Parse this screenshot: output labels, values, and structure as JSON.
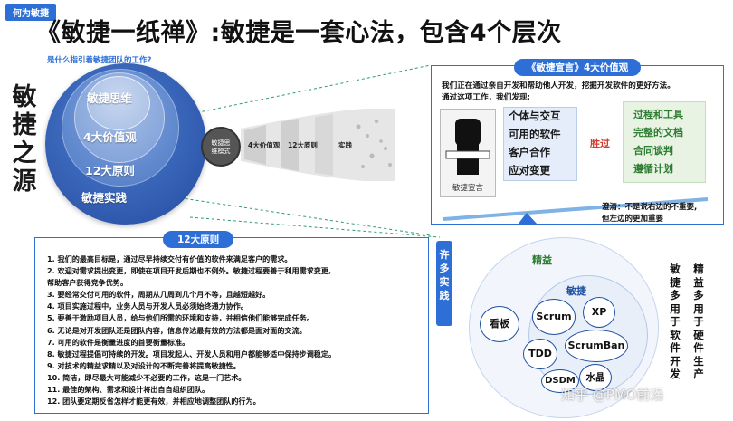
{
  "tag": "何为敏捷",
  "title": "《敏捷一纸禅》:敏捷是一套心法，包含4个层次",
  "subquestion": "是什么指引着敏捷团队的工作?",
  "side_title": [
    "敏",
    "捷",
    "之",
    "源"
  ],
  "circles": [
    "敏捷思维",
    "4大价值观",
    "12大原则",
    "敏捷实践"
  ],
  "head_label": [
    "敏捷思",
    "维模式"
  ],
  "funnel_labels": [
    "4大价值观",
    "12大原则",
    "实践"
  ],
  "manifesto": {
    "title": "《敏捷宣言》4大价值观",
    "intro_line1": "我们正在通过亲自开发和帮助他人开发，挖掘开发软件的更好方法。",
    "intro_line2": "通过这项工作，我们发现:",
    "left_values": [
      "个体与交互",
      "可用的软件",
      "客户合作",
      "应对变更"
    ],
    "over": "胜过",
    "right_values": [
      "过程和工具",
      "完整的文档",
      "合同谈判",
      "遵循计划"
    ],
    "image_caption": "敏捷宣言",
    "clarify_line1": "澄清：不是说右边的不重要,",
    "clarify_line2": "但左边的更加重要"
  },
  "principles": {
    "title": "12大原则",
    "items": [
      "1.  我们的最高目标是，通过尽早持续交付有价值的软件来满足客户的需求。",
      "2.  欢迎对需求提出变更，即使在项目开发后期也不例外。敏捷过程要善于利用需求变更,",
      "     帮助客户获得竞争优势。",
      "3.  要经常交付可用的软件，周期从几周到几个月不等，且越短越好。",
      "4.  项目实施过程中，业务人员与开发人员必须始终通力协作。",
      "5.  要善于激励项目人员，给与他们所需的环境和支持，并相信他们能够完成任务。",
      "6.  无论是对开发团队还是团队内容，信息传达最有效的方法都是面对面的交流。",
      "7.  可用的软件是衡量进度的首要衡量标准。",
      "8.  敏捷过程提倡可持续的开发。项目发起人、开发人员和用户都能够适中保持步调稳定。",
      "9.  对技术的精益求精以及对设计的不断完善将提高敏捷性。",
      "10. 简洁，即尽最大可能减少不必要的工作，这是一门艺术。",
      "11. 最佳的架构、需求和设计将出自自组织团队。",
      "12. 团队要定期反省怎样才能更有效，并相应地调整团队的行为。"
    ]
  },
  "practices": {
    "pill": [
      "许",
      "多",
      "实",
      "践"
    ],
    "lean": "精益",
    "agile": "敏捷",
    "kanban": "看板",
    "scrum": "Scrum",
    "xp": "XP",
    "scrumban": "ScrumBan",
    "tdd": "TDD",
    "dsdm": "DSDM",
    "crystal": "水晶",
    "agile_note": [
      "敏",
      "捷",
      "多",
      "用",
      "于",
      "软",
      "件",
      "开",
      "发"
    ],
    "lean_note": [
      "精",
      "益",
      "多",
      "用",
      "于",
      "硬",
      "件",
      "生",
      "产"
    ]
  },
  "watermark": "知乎 @PMO前沿",
  "colors": {
    "accent": "#2d6fd6",
    "over": "#d23a2a",
    "green": "#2e7d32"
  }
}
